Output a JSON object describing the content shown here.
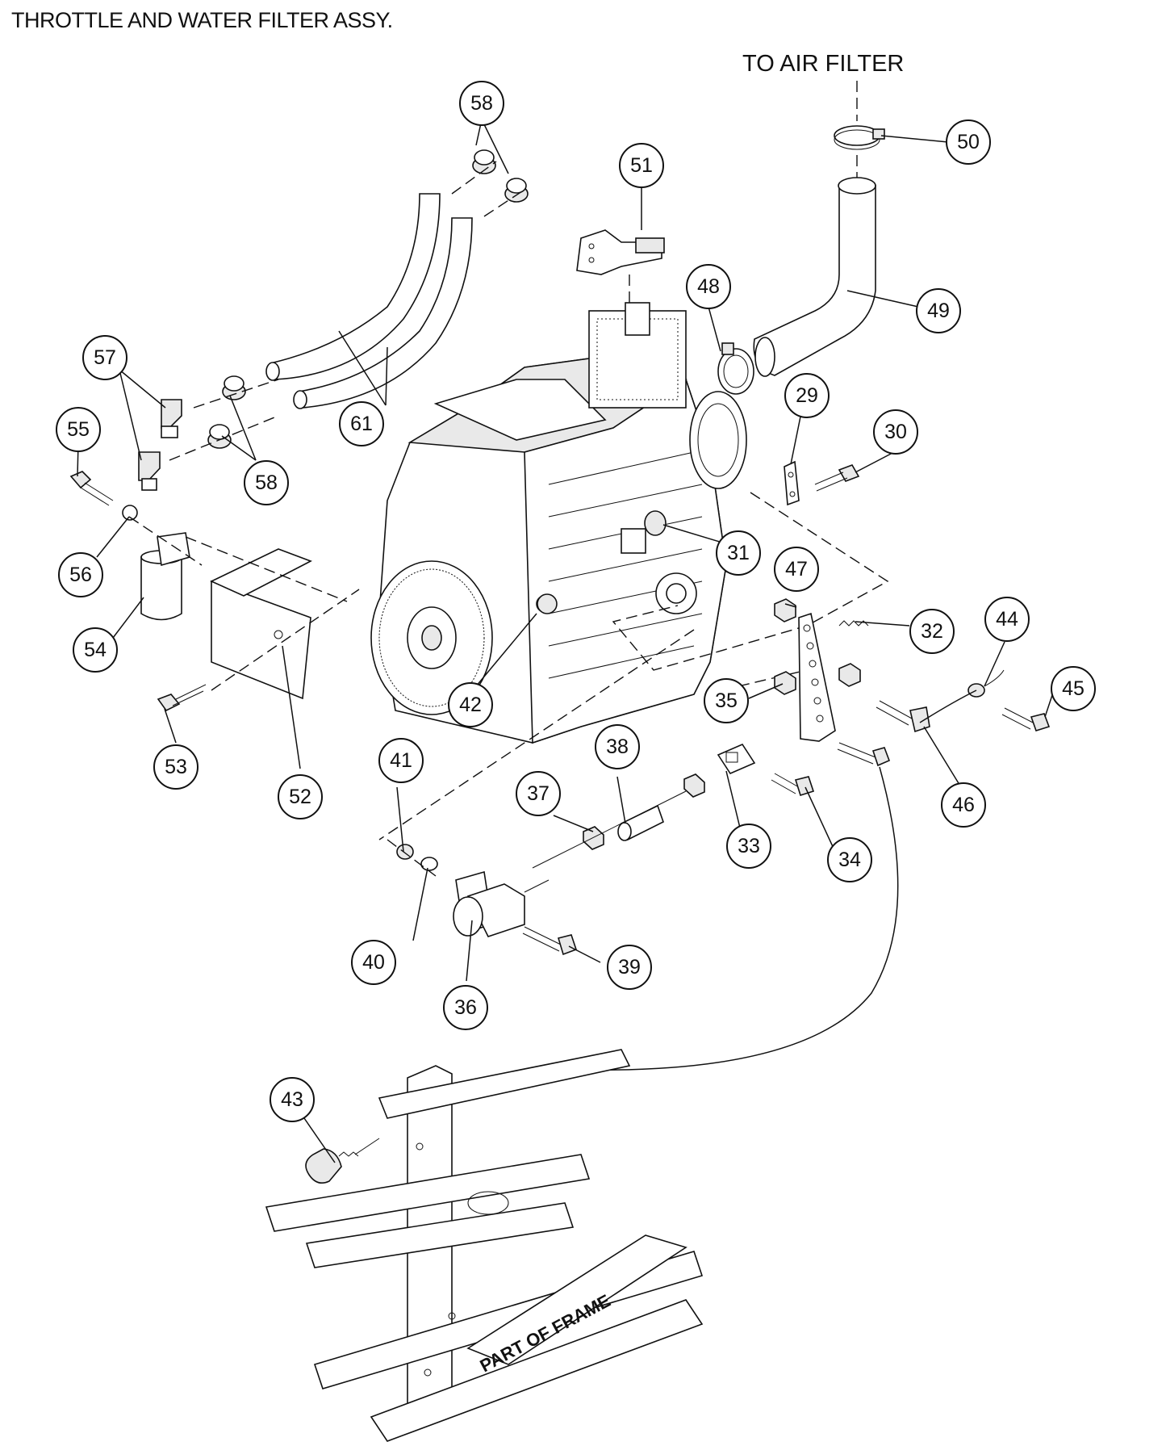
{
  "title": "THROTTLE AND WATER FILTER ASSY.",
  "labels": {
    "air_filter": "TO AIR FILTER",
    "frame": "PART OF FRAME"
  },
  "callouts": [
    "29",
    "30",
    "31",
    "32",
    "33",
    "34",
    "35",
    "36",
    "37",
    "38",
    "39",
    "40",
    "41",
    "42",
    "43",
    "44",
    "45",
    "46",
    "47",
    "48",
    "49",
    "50",
    "51",
    "52",
    "53",
    "54",
    "55",
    "56",
    "57",
    "58",
    "61"
  ]
}
